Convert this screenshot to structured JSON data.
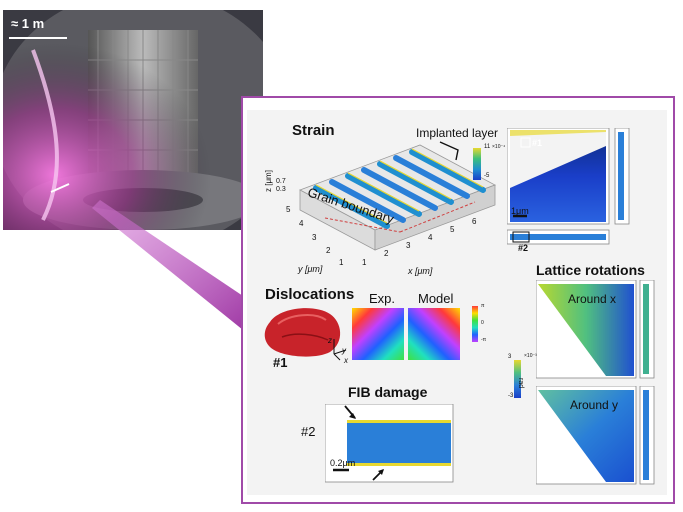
{
  "colors": {
    "frame": "#a04aa8",
    "beam": "#b04ab8",
    "jet_low": "#1a3ec8",
    "jet_high": "#e8d830"
  },
  "tokamak": {
    "scale_label": "≈ 1 m"
  },
  "strain": {
    "title": "Strain",
    "implanted_label": "Implanted layer",
    "grain_label": "Grain boundary",
    "z_axis": "z [μm]",
    "z_ticks": [
      "0.7",
      "0.3"
    ],
    "y_axis": "y [μm]",
    "y_ticks": [
      "5",
      "4",
      "3",
      "2",
      "1"
    ],
    "x_axis": "x [μm]",
    "x_ticks": [
      "1",
      "2",
      "3",
      "4",
      "5",
      "6"
    ],
    "colorbar_top": "11",
    "colorbar_exp": "×10⁻⁴",
    "colorbar_bottom": "-5"
  },
  "topright": {
    "marker1": "#1",
    "marker2": "#2",
    "scale": "1μm"
  },
  "dislocations": {
    "title": "Dislocations",
    "exp_label": "Exp.",
    "model_label": "Model",
    "marker": "#1",
    "axes": {
      "z": "z",
      "y": "y",
      "x": "x"
    },
    "phase_ticks": [
      "π",
      "0",
      "-π"
    ]
  },
  "fib": {
    "title": "FIB damage",
    "marker": "#2",
    "scale": "0.2μm"
  },
  "lattice": {
    "title": "Lattice rotations",
    "around_x": "Around x",
    "around_y": "Around y",
    "cb_top": "3",
    "cb_exp": "×10⁻³",
    "cb_bottom": "-3",
    "cb_unit": "rad"
  }
}
